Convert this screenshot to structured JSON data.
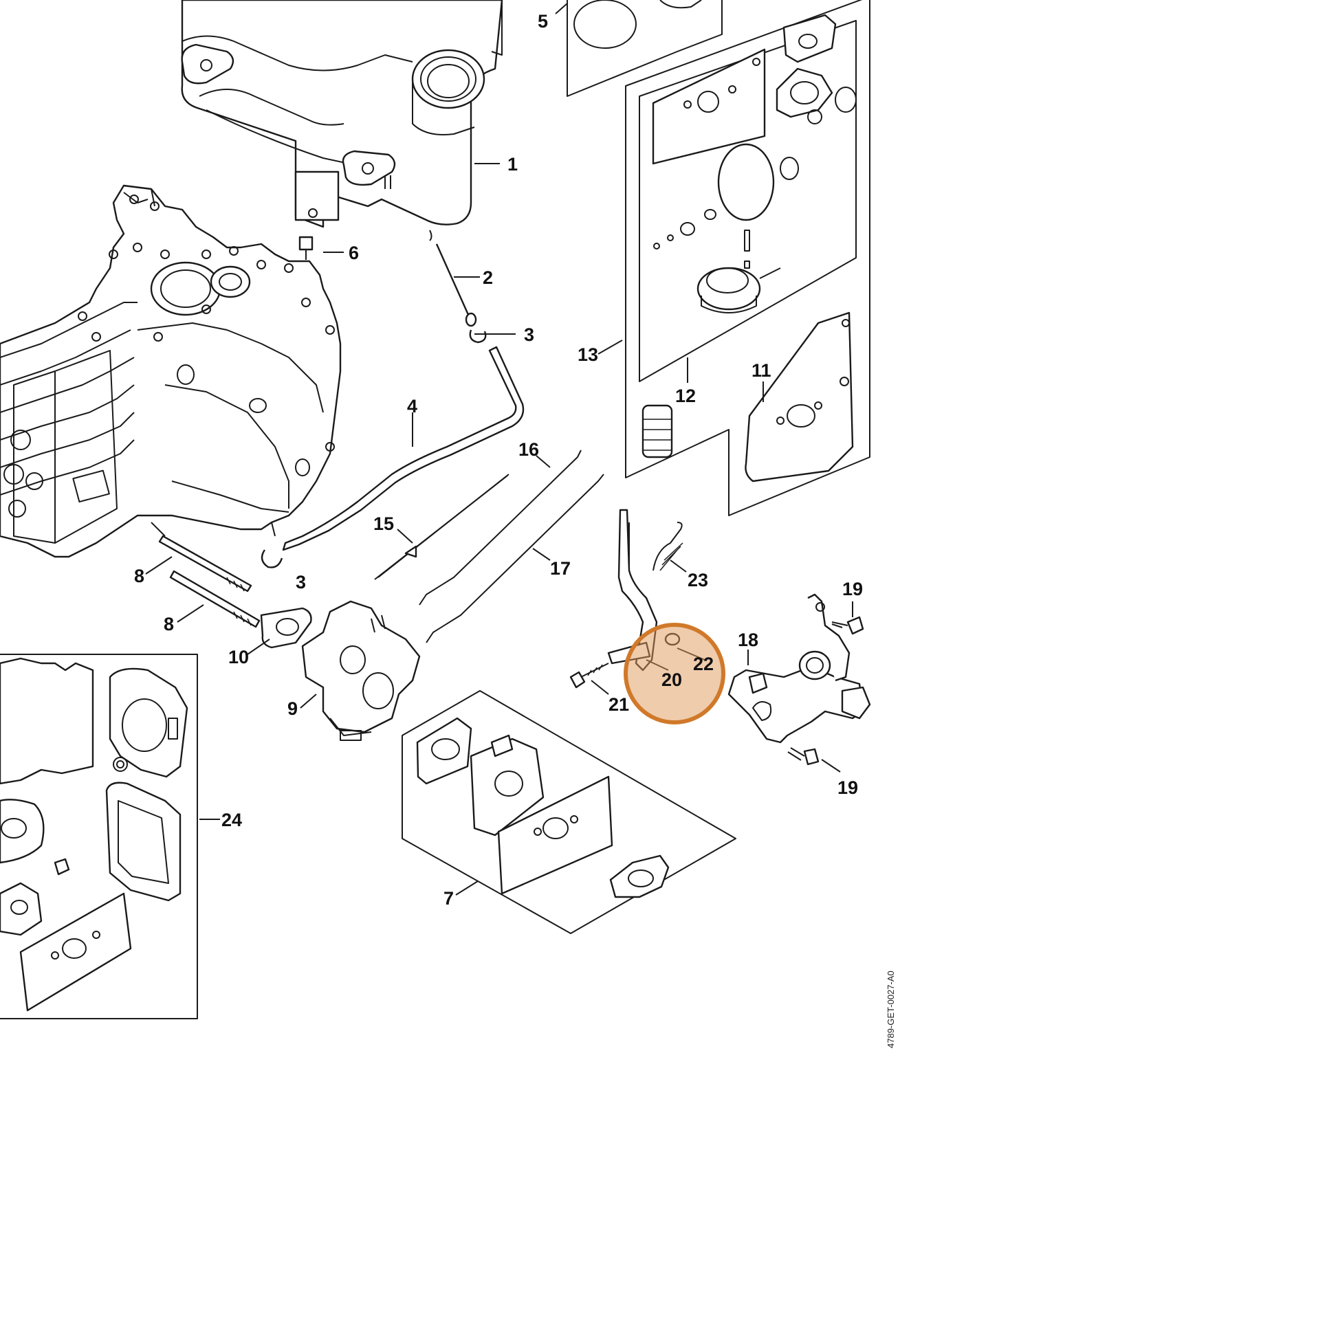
{
  "diagram": {
    "callouts": [
      {
        "id": "c1",
        "text": "1"
      },
      {
        "id": "c2",
        "text": "2"
      },
      {
        "id": "c3a",
        "text": "3"
      },
      {
        "id": "c3b",
        "text": "3"
      },
      {
        "id": "c4",
        "text": "4"
      },
      {
        "id": "c5",
        "text": "5"
      },
      {
        "id": "c6",
        "text": "6"
      },
      {
        "id": "c7",
        "text": "7"
      },
      {
        "id": "c8a",
        "text": "8"
      },
      {
        "id": "c8b",
        "text": "8"
      },
      {
        "id": "c9",
        "text": "9"
      },
      {
        "id": "c10",
        "text": "10"
      },
      {
        "id": "c11",
        "text": "11"
      },
      {
        "id": "c12",
        "text": "12"
      },
      {
        "id": "c13",
        "text": "13"
      },
      {
        "id": "c15",
        "text": "15"
      },
      {
        "id": "c16",
        "text": "16"
      },
      {
        "id": "c17",
        "text": "17"
      },
      {
        "id": "c18",
        "text": "18"
      },
      {
        "id": "c19a",
        "text": "19"
      },
      {
        "id": "c19b",
        "text": "19"
      },
      {
        "id": "c20",
        "text": "20"
      },
      {
        "id": "c21",
        "text": "21"
      },
      {
        "id": "c22",
        "text": "22"
      },
      {
        "id": "c23",
        "text": "23"
      },
      {
        "id": "c24",
        "text": "24"
      }
    ],
    "drawing_code": "4789-GET-0027-A0",
    "highlight": {
      "part": "20",
      "color": "#d0792a",
      "fill_opacity": 0.5
    }
  }
}
